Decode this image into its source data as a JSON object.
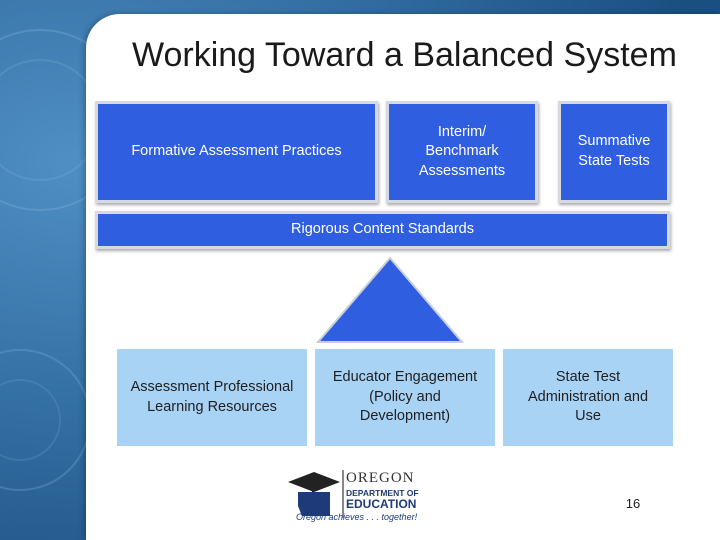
{
  "slide": {
    "title": "Working Toward a Balanced System",
    "page_number": "16"
  },
  "top_row": {
    "formative": "Formative Assessment Practices",
    "interim": "Interim/ Benchmark Assessments",
    "summative": "Summative State Tests"
  },
  "standards_bar": "Rigorous Content Standards",
  "bottom_row": {
    "professional_learning": "Assessment Professional Learning Resources",
    "educator_engagement": "Educator Engagement (Policy and Development)",
    "state_test_admin": "State Test Administration and Use"
  },
  "logo": {
    "line1": "OREGON",
    "line2": "DEPARTMENT OF",
    "line3": "EDUCATION",
    "tagline": "Oregon achieves . . . together!"
  },
  "colors": {
    "dark_box": "#2f5fe0",
    "light_box": "#a9d3f5",
    "background": "#1f5a8e",
    "logo_navy": "#1f3a78"
  }
}
